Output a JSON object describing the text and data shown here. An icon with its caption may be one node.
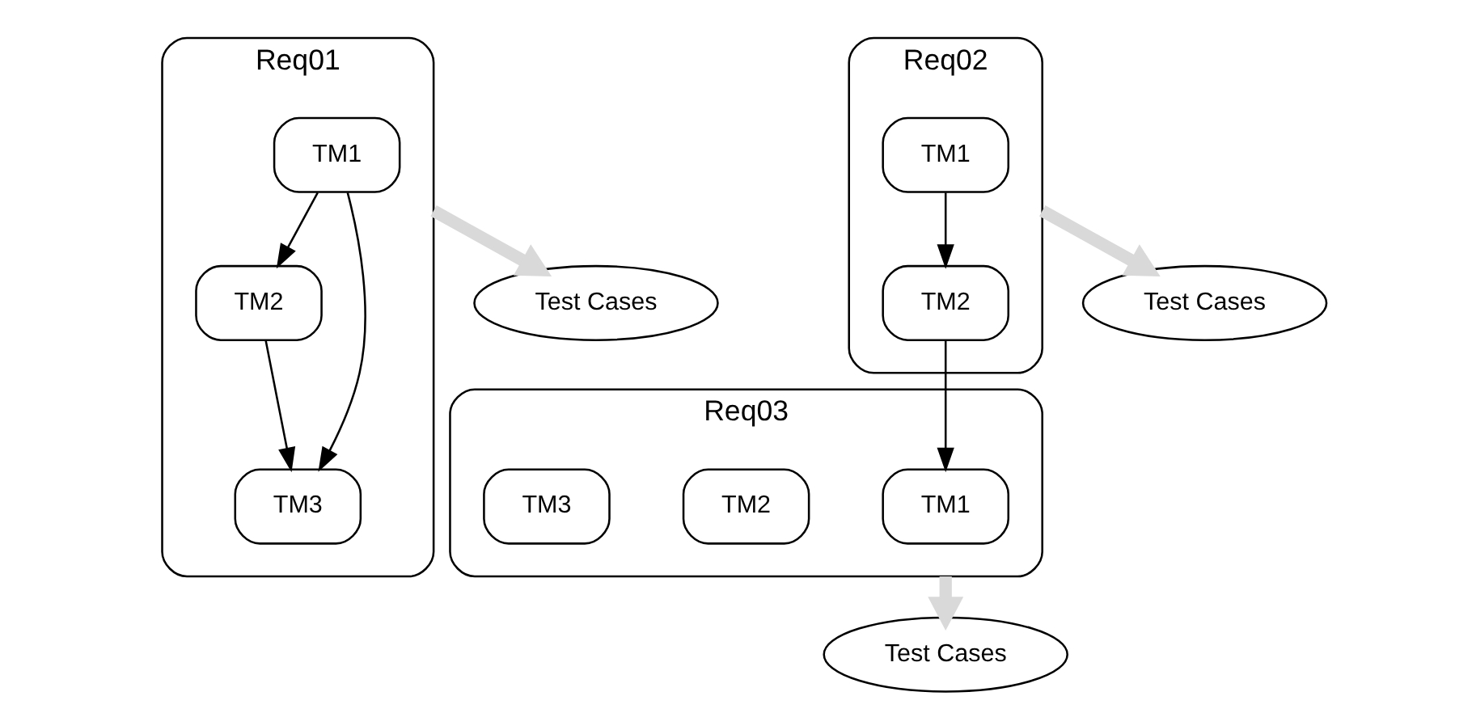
{
  "diagram": {
    "nodes": [
      {
        "text": [
          "Req01"
        ]
      },
      {
        "text": [
          "TM1"
        ],
        "in": 0
      },
      {
        "text": [
          "TM2"
        ],
        "in": 0
      },
      {
        "text": [
          "TM3"
        ],
        "in": 0
      },
      {
        "text": [
          "Test Cases"
        ]
      },
      {
        "text": [
          "Req02"
        ]
      },
      {
        "text": [
          "TM1"
        ],
        "in": 5
      },
      {
        "text": [
          "TM2"
        ],
        "in": 5
      },
      {
        "text": [
          "Test Cases"
        ]
      },
      {
        "text": [
          "Req03"
        ]
      },
      {
        "text": [
          "TM1"
        ],
        "in": 9
      },
      {
        "text": [
          "TM2"
        ],
        "in": 9
      },
      {
        "text": [
          "TM3"
        ],
        "in": 9
      },
      {
        "text": [
          "Test Cases"
        ]
      }
    ],
    "edges": [
      {
        "from": 1,
        "to": 2,
        "arrow": "to"
      },
      {
        "from": 1,
        "to": 3,
        "arrow": "to"
      },
      {
        "from": 2,
        "to": 3,
        "arrow": "to"
      },
      {
        "from": 0,
        "to": 4,
        "arrow": "to",
        "style": "thick",
        "color": "#d9d9d9"
      },
      {
        "from": 6,
        "to": 7,
        "arrow": "to"
      },
      {
        "from": 5,
        "to": 8,
        "arrow": "to",
        "style": "thick",
        "color": "#d9d9d9"
      },
      {
        "from": 7,
        "to": 10,
        "arrow": "to"
      },
      {
        "from": 9,
        "to": 13,
        "arrow": "to",
        "style": "thick",
        "color": "#d9d9d9"
      }
    ]
  }
}
